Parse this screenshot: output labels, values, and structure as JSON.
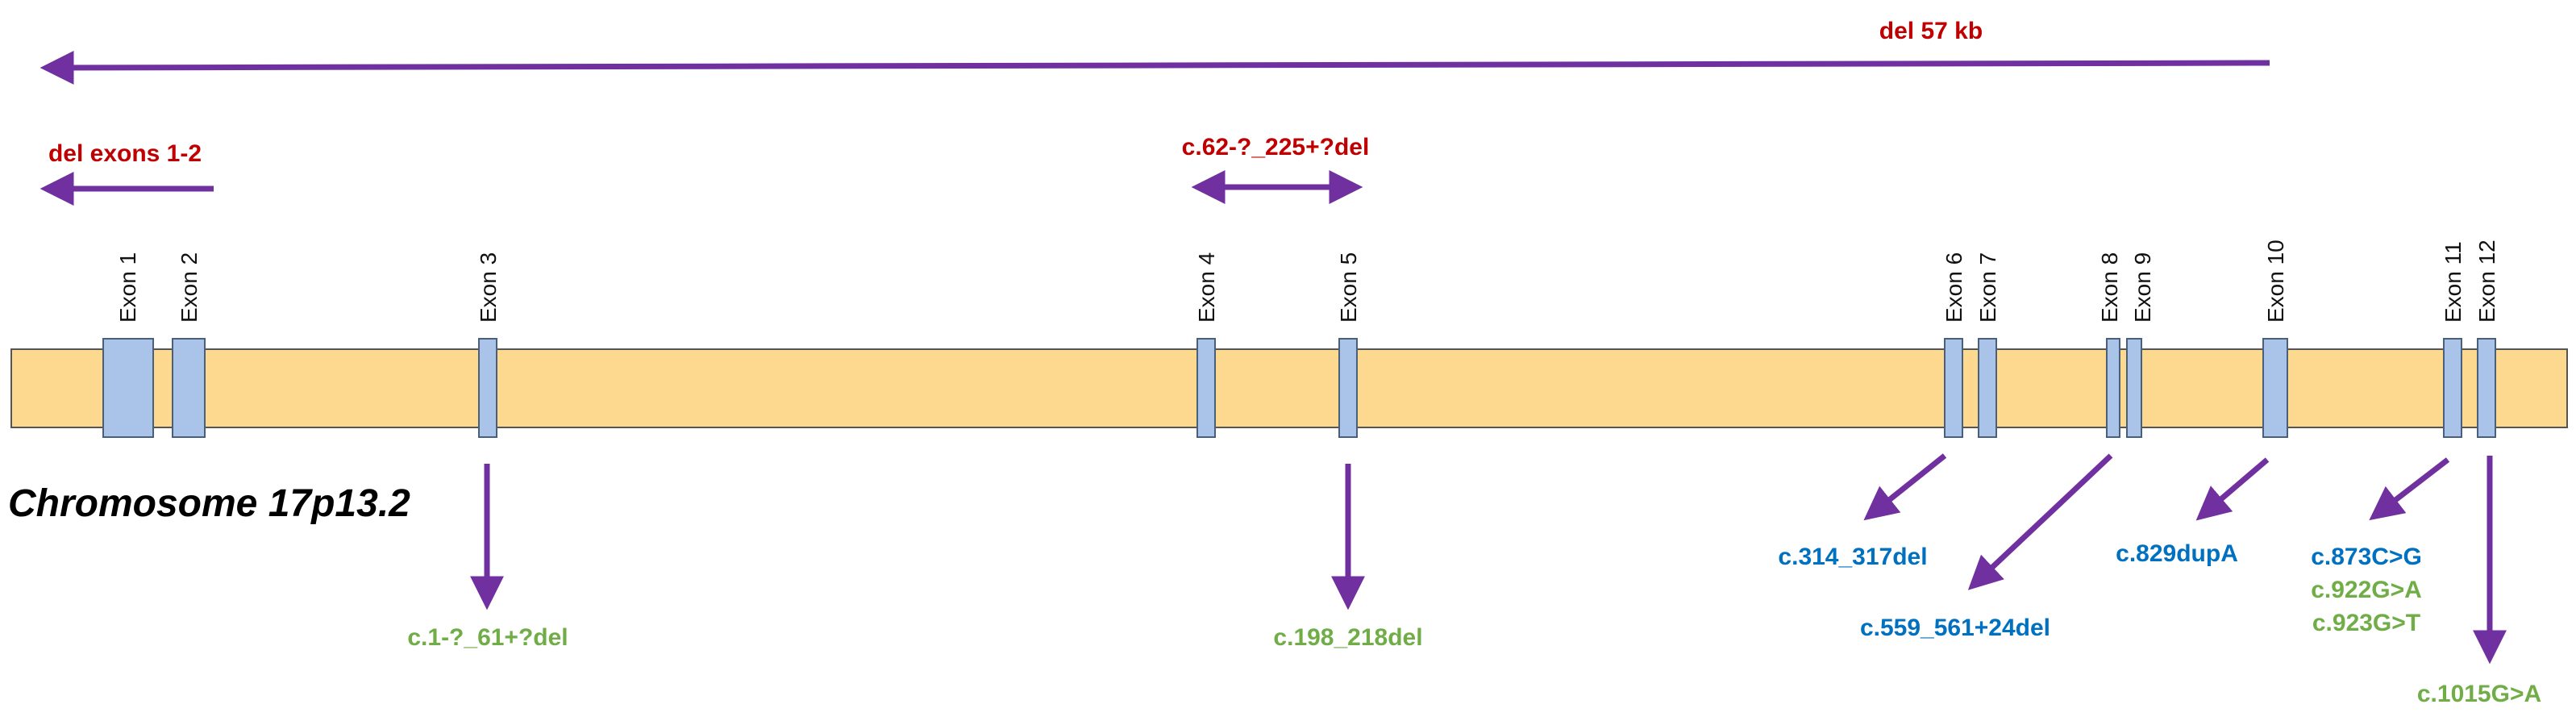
{
  "chromosome_label": "Chromosome 17p13.2",
  "deletions": {
    "del_57kb": "del 57 kb",
    "del_exons_1_2": "del exons 1-2",
    "del_exons_4_5": "c.62-?_225+?del"
  },
  "exons": [
    "Exon 1",
    "Exon 2",
    "Exon 3",
    "Exon 4",
    "Exon 5",
    "Exon 6",
    "Exon 7",
    "Exon 8",
    "Exon 9",
    "Exon 10",
    "Exon 11",
    "Exon 12"
  ],
  "variants": {
    "exon3": "c.1-?_61+?del",
    "exon5": "c.198_218del",
    "exon6": "c.314_317del",
    "exon8": "c.559_561+24del",
    "exon10": "c.829dupA",
    "exon11": [
      "c.873C>G",
      "c.922G>A",
      "c.923G>T"
    ],
    "exon12": "c.1015G>A"
  },
  "colors": {
    "chromosome_fill": "#fdd98f",
    "exon_fill": "#a9c4e8",
    "arrow": "#7030a0",
    "deletion_text": "#c00000",
    "frameshift_text": "#0070c0",
    "missense_text": "#70ad47"
  }
}
